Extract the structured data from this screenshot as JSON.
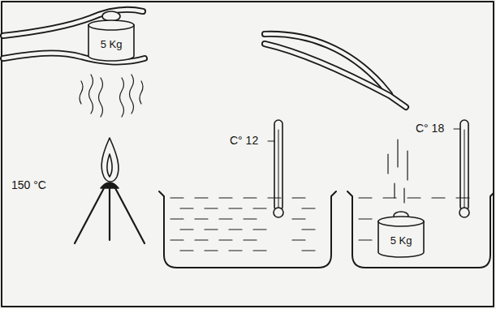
{
  "diagram": {
    "nodes": [
      {
        "text": [
          "5 Kg"
        ]
      },
      {
        "text": [
          "5 Kg"
        ]
      }
    ],
    "labels": [
      "150 °C",
      "C° 12",
      "C° 18"
    ]
  }
}
